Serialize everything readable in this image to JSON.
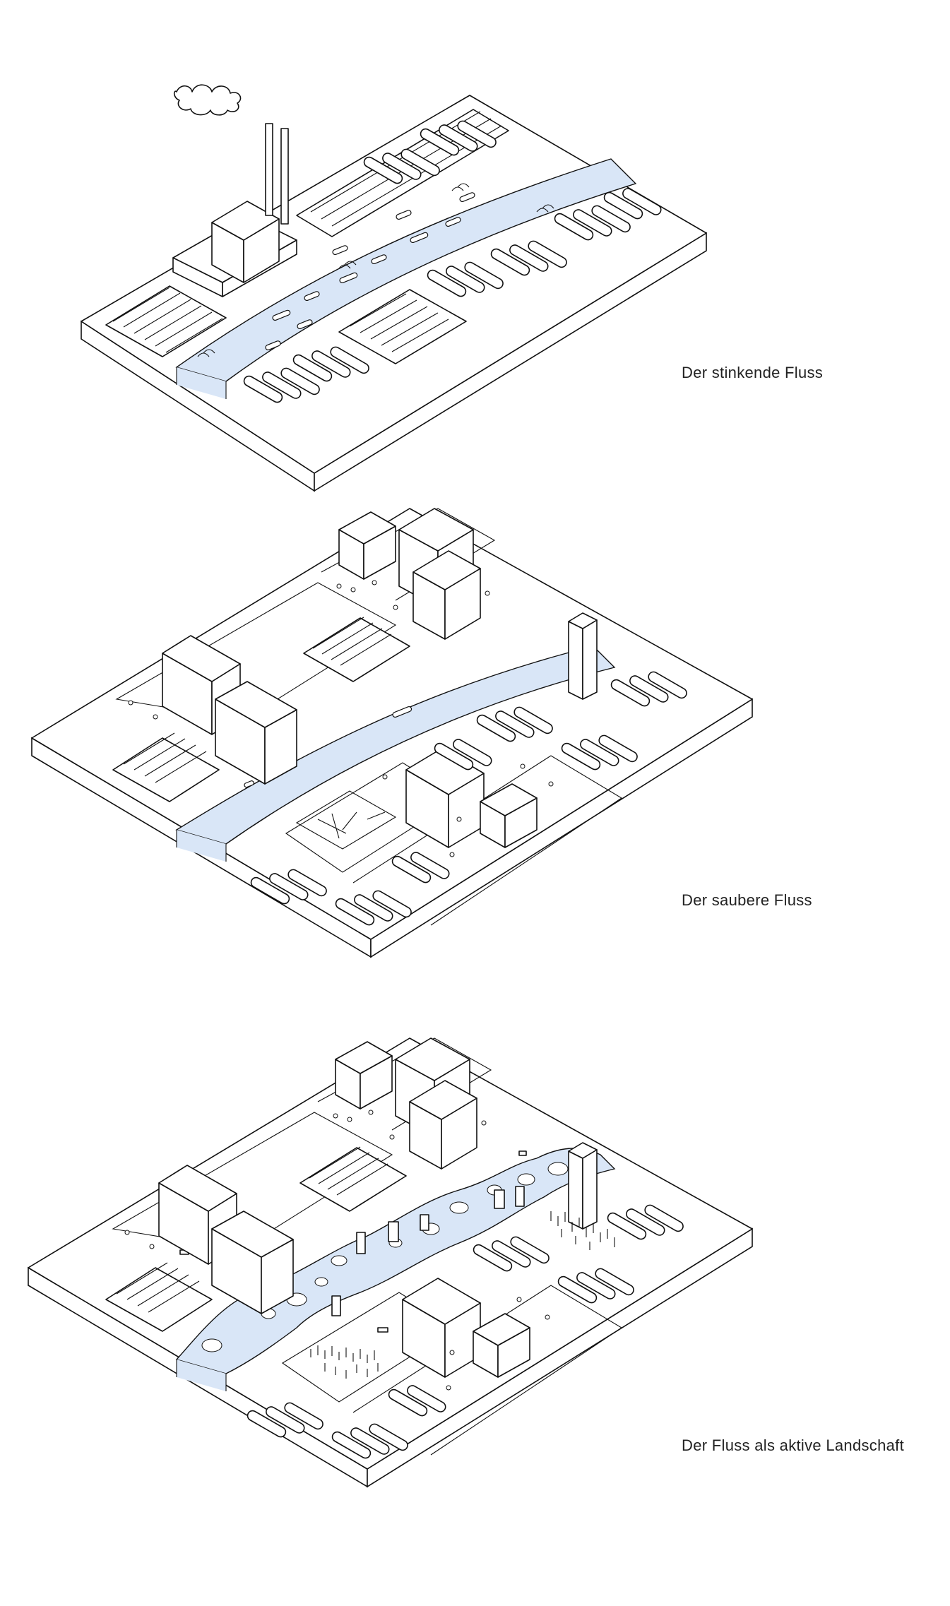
{
  "scenes": [
    {
      "id": "stinkend",
      "caption": "Der stinkende Fluss"
    },
    {
      "id": "sauber",
      "caption": "Der saubere Fluss"
    },
    {
      "id": "aktiv",
      "caption": "Der Fluss als aktive Landschaft"
    }
  ],
  "colors": {
    "river": "#d9e6f7",
    "line": "#111111",
    "ground": "#ffffff"
  }
}
